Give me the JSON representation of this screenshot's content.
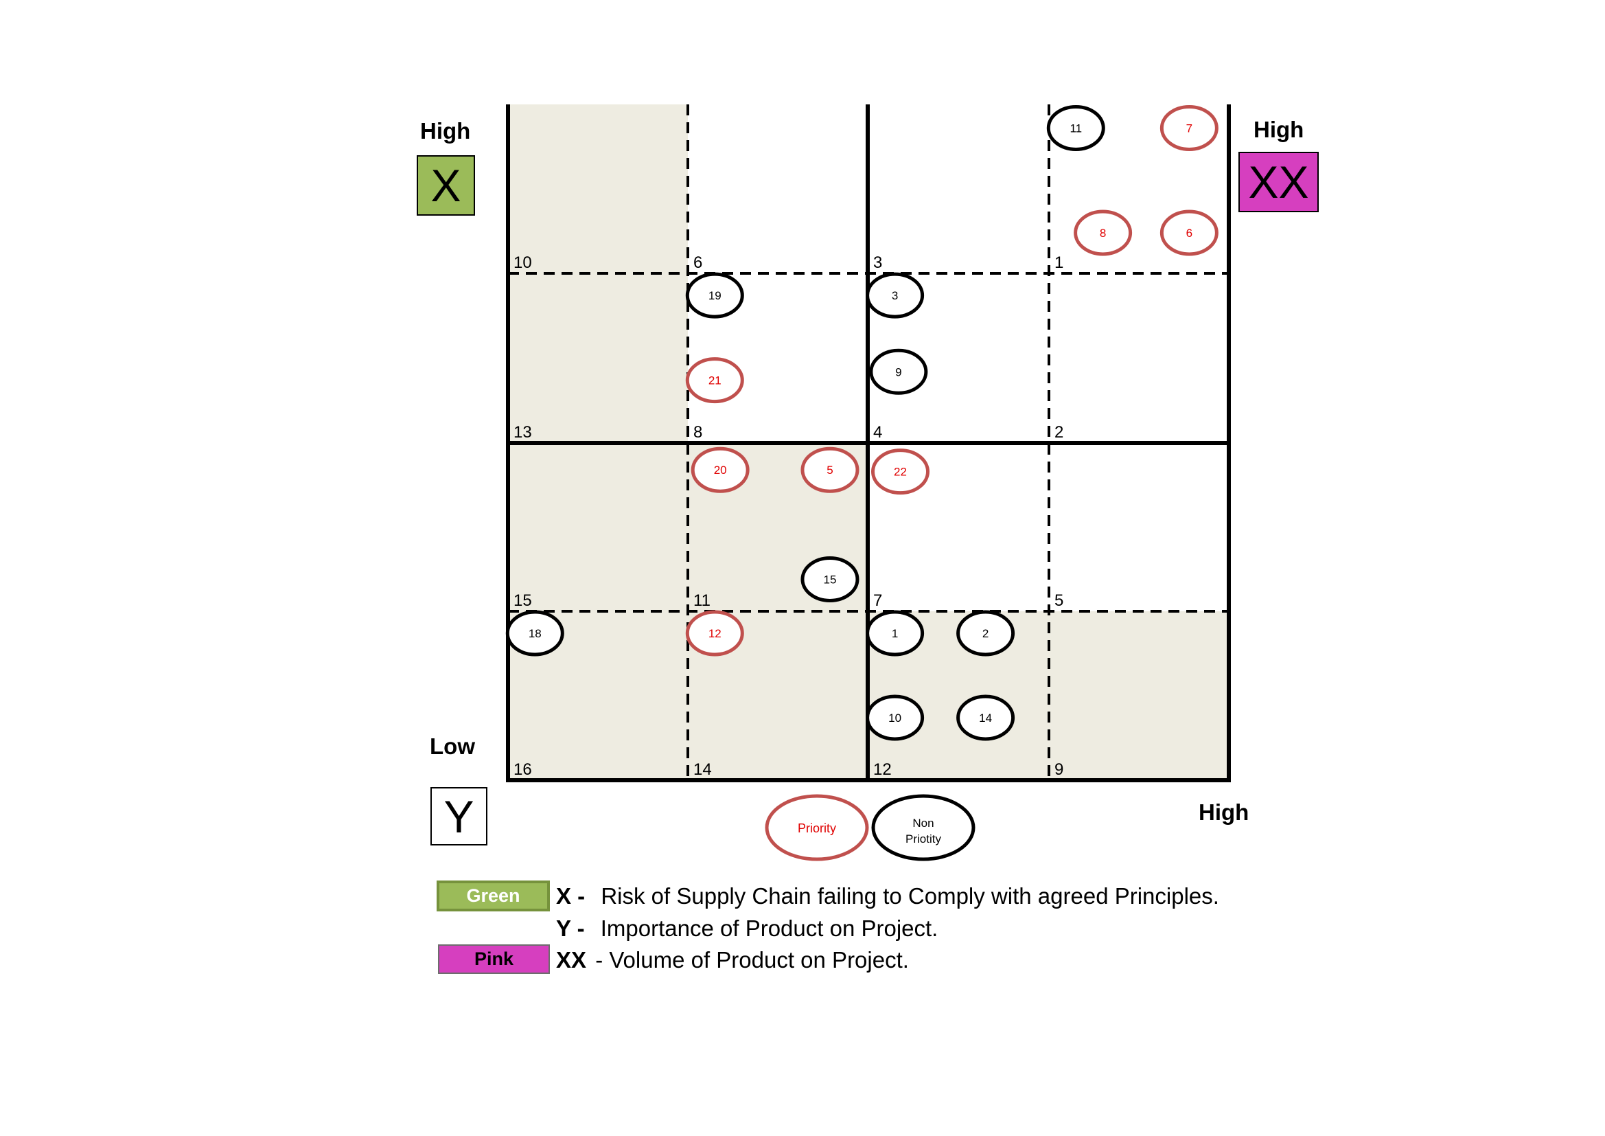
{
  "axes": {
    "x_high_label": "High",
    "x_box_label": "X",
    "xx_high_label": "High",
    "xx_box_label": "XX",
    "y_low_label": "Low",
    "y_box_label": "Y",
    "y_high_label": "High"
  },
  "colors": {
    "green": "#9bbb59",
    "pink": "#d63fbf",
    "shade": "#eeece1",
    "priority": "#c0504d",
    "priority_text": "#e00000",
    "nonpriority": "#000000"
  },
  "grid": {
    "columns": 4,
    "rows": 4,
    "vertical_styles": [
      "solid",
      "dashed",
      "dashed",
      "solid",
      "dashed",
      "solid"
    ],
    "horizontal_styles": [
      "dashed",
      "solid",
      "dashed",
      "solid"
    ],
    "cell_numbers": [
      [
        "10",
        "6",
        "3",
        "1"
      ],
      [
        "13",
        "8",
        "4",
        "2"
      ],
      [
        "15",
        "11",
        "7",
        "5"
      ],
      [
        "16",
        "14",
        "12",
        "9"
      ]
    ],
    "shaded_cells": [
      [
        0,
        0
      ],
      [
        1,
        0
      ],
      [
        2,
        0
      ],
      [
        3,
        0
      ],
      [
        2,
        1
      ],
      [
        3,
        1
      ],
      [
        3,
        2
      ],
      [
        3,
        3
      ]
    ]
  },
  "markers": [
    {
      "label": "11",
      "type": "nonpriority",
      "col": 3,
      "row": 0,
      "u": 0.15,
      "v": 0.14
    },
    {
      "label": "7",
      "type": "priority",
      "col": 3,
      "row": 0,
      "u": 0.78,
      "v": 0.14
    },
    {
      "label": "8",
      "type": "priority",
      "col": 3,
      "row": 0,
      "u": 0.3,
      "v": 0.76
    },
    {
      "label": "6",
      "type": "priority",
      "col": 3,
      "row": 0,
      "u": 0.78,
      "v": 0.76
    },
    {
      "label": "19",
      "type": "nonpriority",
      "col": 1,
      "row": 1,
      "u": 0.15,
      "v": 0.13
    },
    {
      "label": "21",
      "type": "priority",
      "col": 1,
      "row": 1,
      "u": 0.15,
      "v": 0.63
    },
    {
      "label": "3",
      "type": "nonpriority",
      "col": 2,
      "row": 1,
      "u": 0.15,
      "v": 0.13
    },
    {
      "label": "9",
      "type": "nonpriority",
      "col": 2,
      "row": 1,
      "u": 0.17,
      "v": 0.58
    },
    {
      "label": "20",
      "type": "priority",
      "col": 1,
      "row": 2,
      "u": 0.18,
      "v": 0.16
    },
    {
      "label": "5",
      "type": "priority",
      "col": 1,
      "row": 2,
      "u": 0.79,
      "v": 0.16
    },
    {
      "label": "15",
      "type": "nonpriority",
      "col": 1,
      "row": 2,
      "u": 0.79,
      "v": 0.81
    },
    {
      "label": "22",
      "type": "priority",
      "col": 2,
      "row": 2,
      "u": 0.18,
      "v": 0.17
    },
    {
      "label": "18",
      "type": "nonpriority",
      "col": 0,
      "row": 3,
      "u": 0.15,
      "v": 0.13
    },
    {
      "label": "12",
      "type": "priority",
      "col": 1,
      "row": 3,
      "u": 0.15,
      "v": 0.13
    },
    {
      "label": "1",
      "type": "nonpriority",
      "col": 2,
      "row": 3,
      "u": 0.15,
      "v": 0.13
    },
    {
      "label": "2",
      "type": "nonpriority",
      "col": 2,
      "row": 3,
      "u": 0.65,
      "v": 0.13
    },
    {
      "label": "10",
      "type": "nonpriority",
      "col": 2,
      "row": 3,
      "u": 0.15,
      "v": 0.63
    },
    {
      "label": "14",
      "type": "nonpriority",
      "col": 2,
      "row": 3,
      "u": 0.65,
      "v": 0.63
    }
  ],
  "key": {
    "priority_label": "Priority",
    "nonpriority_label_line1": "Non",
    "nonpriority_label_line2": "Priotity"
  },
  "legend": {
    "green_label": "Green",
    "pink_label": "Pink",
    "rows": [
      {
        "key": "X -",
        "text": "Risk of Supply Chain failing to Comply with agreed Principles."
      },
      {
        "key": "Y -",
        "text": "Importance of Product on Project."
      },
      {
        "key": "XX",
        "text": "- Volume of Product on Project."
      }
    ]
  }
}
